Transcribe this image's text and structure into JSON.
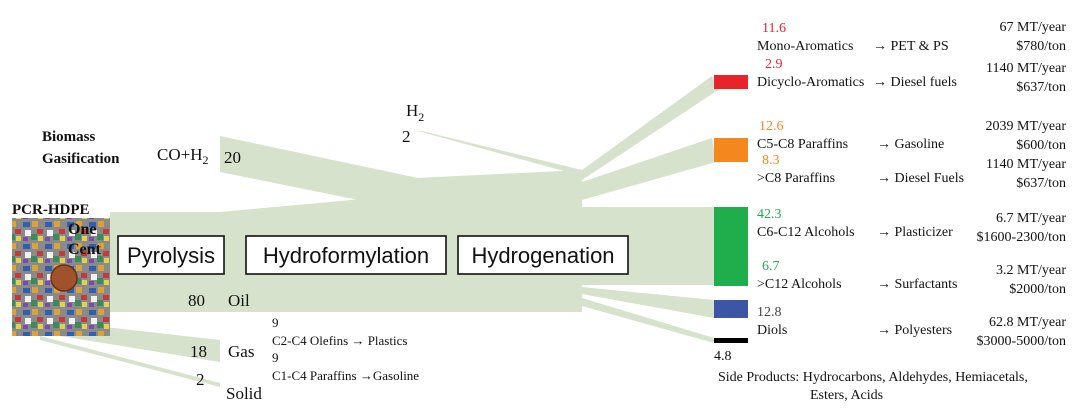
{
  "feedstock": {
    "name": "PCR-HDPE",
    "coin_line1": "One",
    "coin_line2": "Cent"
  },
  "syngas": {
    "source_line1": "Biomass",
    "source_line2": "Gasification",
    "stream": "CO+H",
    "stream_sub": "2",
    "value": "20"
  },
  "hydrogen": {
    "label": "H",
    "label_sub": "2",
    "value": "2"
  },
  "processes": [
    "Pyrolysis",
    "Hydroformylation",
    "Hydrogenation"
  ],
  "pyrolysis_outputs": [
    {
      "value": "80",
      "name": "Oil"
    },
    {
      "value": "18",
      "name": "Gas"
    },
    {
      "value": "2",
      "name": "Solid"
    }
  ],
  "gas_details": [
    {
      "value": "9",
      "text": "C2-C4 Olefins → Plastics"
    },
    {
      "value": "9",
      "text": "C1-C4 Paraffins →Gasoline"
    }
  ],
  "products": [
    {
      "value": "11.6",
      "name": "Mono-Aromatics",
      "use": "→ PET & PS",
      "market": "67 MT/year",
      "price": "$780/ton",
      "color": "#e8232a"
    },
    {
      "value": "2.9",
      "name": "Dicyclo-Aromatics",
      "use": "→ Diesel fuels",
      "market": "1140 MT/year",
      "price": "$637/ton",
      "color": "#e8232a"
    },
    {
      "value": "12.6",
      "name": "C5-C8 Paraffins",
      "use": "→ Gasoline",
      "market": "2039 MT/year",
      "price": "$600/ton",
      "color": "#f5871f"
    },
    {
      "value": "8.3",
      "name": ">C8 Paraffins",
      "use": "→ Diesel Fuels",
      "market": "1140 MT/year",
      "price": "$637/ton",
      "color": "#f5871f"
    },
    {
      "value": "42.3",
      "name": "C6-C12 Alcohols",
      "use": "→ Plasticizer",
      "market": "6.7 MT/year",
      "price": "$1600-2300/ton",
      "color": "#1fae4b"
    },
    {
      "value": "6.7",
      "name": ">C12 Alcohols",
      "use": "→ Surfactants",
      "market": "3.2 MT/year",
      "price": "$2000/ton",
      "color": "#1fae4b"
    },
    {
      "value": "12.8",
      "name": "Diols",
      "use": "→ Polyesters",
      "market": "62.8 MT/year",
      "price": "$3000-5000/ton",
      "color": "#3c55a5"
    }
  ],
  "side_products": {
    "value": "4.8",
    "line1": "Side Products: Hydrocarbons, Aldehydes, Hemiacetals,",
    "line2": "Esters, Acids",
    "color": "#000000"
  },
  "colors": {
    "flow": "#d6e2cc",
    "value_gray": "#444444"
  }
}
